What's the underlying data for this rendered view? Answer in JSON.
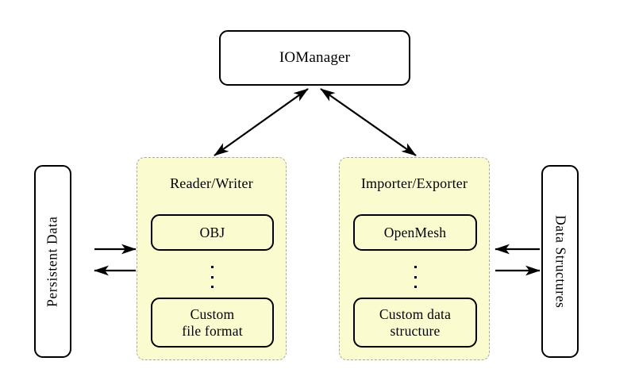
{
  "diagram": {
    "title_node": {
      "label": "IOManager"
    },
    "left_side": {
      "label": "Persistent Data",
      "orientation": "vertical-bottom-to-top"
    },
    "right_side": {
      "label": "Data Structures",
      "orientation": "vertical-top-to-bottom"
    },
    "groups": [
      {
        "name": "reader-writer",
        "title": "Reader/Writer",
        "items": [
          {
            "label": "OBJ"
          },
          {
            "label": "Custom\nfile format",
            "line1": "Custom",
            "line2": "file format"
          }
        ],
        "ellipsis": "vertical-dots"
      },
      {
        "name": "importer-exporter",
        "title": "Importer/Exporter",
        "items": [
          {
            "label": "OpenMesh"
          },
          {
            "label": "Custom data\nstructure",
            "line1": "Custom data",
            "line2": "structure"
          }
        ],
        "ellipsis": "vertical-dots"
      }
    ],
    "connectors": [
      {
        "name": "manager-to-reader-writer",
        "style": "double-headed",
        "from": "IOManager",
        "to": "Reader/Writer"
      },
      {
        "name": "manager-to-importer-exporter",
        "style": "double-headed",
        "from": "IOManager",
        "to": "Importer/Exporter"
      },
      {
        "name": "persistent-data-to-reader",
        "style": "single-right",
        "from": "Persistent Data",
        "to": "Reader/Writer"
      },
      {
        "name": "writer-to-persistent-data",
        "style": "single-left",
        "from": "Reader/Writer",
        "to": "Persistent Data"
      },
      {
        "name": "data-structures-to-importer",
        "style": "single-left",
        "from": "Data Structures",
        "to": "Importer/Exporter"
      },
      {
        "name": "exporter-to-data-structures",
        "style": "single-right",
        "from": "Importer/Exporter",
        "to": "Data Structures"
      }
    ],
    "colors": {
      "background": "#ffffff",
      "group_fill": "#fbfbd0",
      "group_border": "#a9a9a0",
      "node_border": "#000000",
      "node_fill": "#ffffff",
      "arrow": "#000000",
      "text": "#000000"
    }
  }
}
